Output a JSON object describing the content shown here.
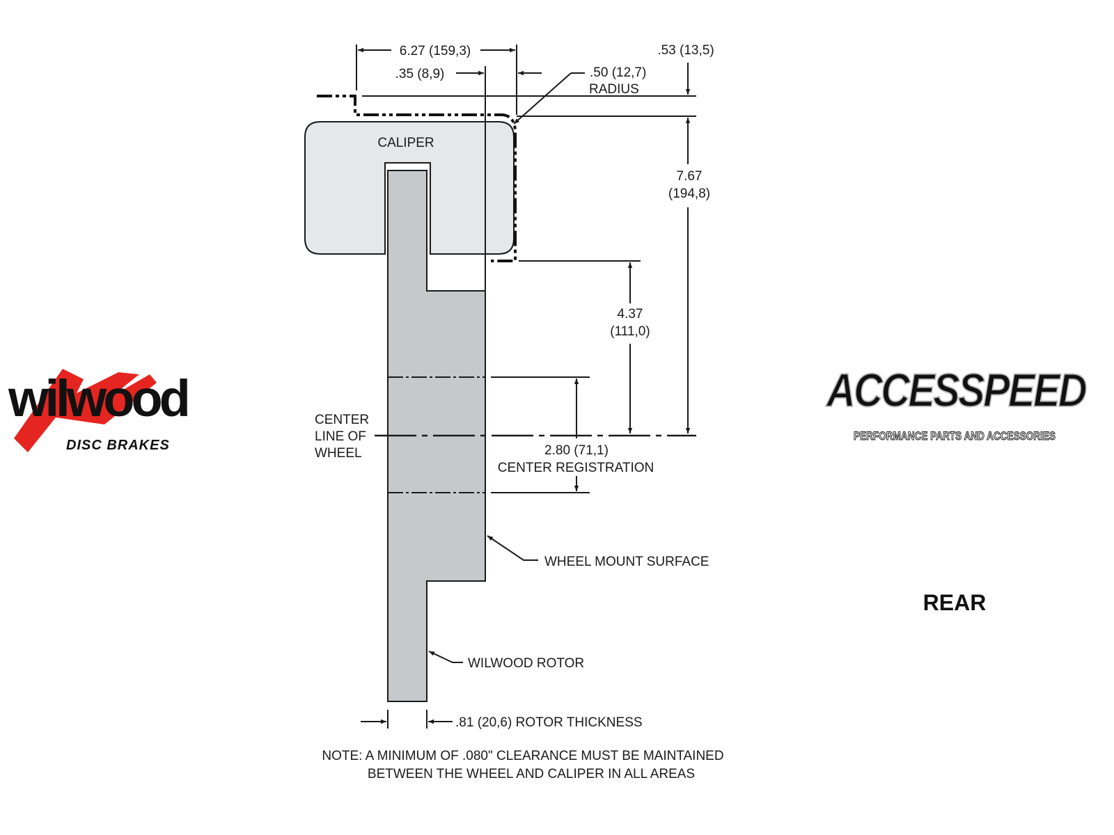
{
  "colors": {
    "caliper_fill": "#e5e7e9",
    "rotor_fill": "#c6c9cc",
    "wilwood_red": "#e52520",
    "ink": "#1a1a1a"
  },
  "labels": {
    "caliper": "CALIPER",
    "dim_overall_width": "6.27 (159,3)",
    "dim_offset": ".35 (8,9)",
    "dim_radius_value": ".50 (12,7)",
    "dim_radius_word": "RADIUS",
    "dim_top_clearance": ".53 (13,5)",
    "dim_height_in": "7.67",
    "dim_height_mm": "(194,8)",
    "dim_lower_in": "4.37",
    "dim_lower_mm": "(111,0)",
    "center_line": [
      "CENTER",
      "LINE OF",
      "WHEEL"
    ],
    "dim_registration": "2.80 (71,1)",
    "registration_label": "CENTER REGISTRATION",
    "wheel_mount_surface": "WHEEL MOUNT SURFACE",
    "wilwood_rotor": "WILWOOD ROTOR",
    "rotor_thickness": ".81 (20,6) ROTOR THICKNESS",
    "note_line1": "NOTE: A MINIMUM OF .080\" CLEARANCE MUST BE MAINTAINED",
    "note_line2": "BETWEEN THE WHEEL AND CALIPER IN ALL AREAS",
    "position": "REAR"
  },
  "logos": {
    "wilwood_main": "wilwood",
    "wilwood_sub": "DISC BRAKES",
    "accesspeed_main": "ACCESSPEED",
    "accesspeed_sub": "PERFORMANCE PARTS AND ACCESSORIES"
  }
}
